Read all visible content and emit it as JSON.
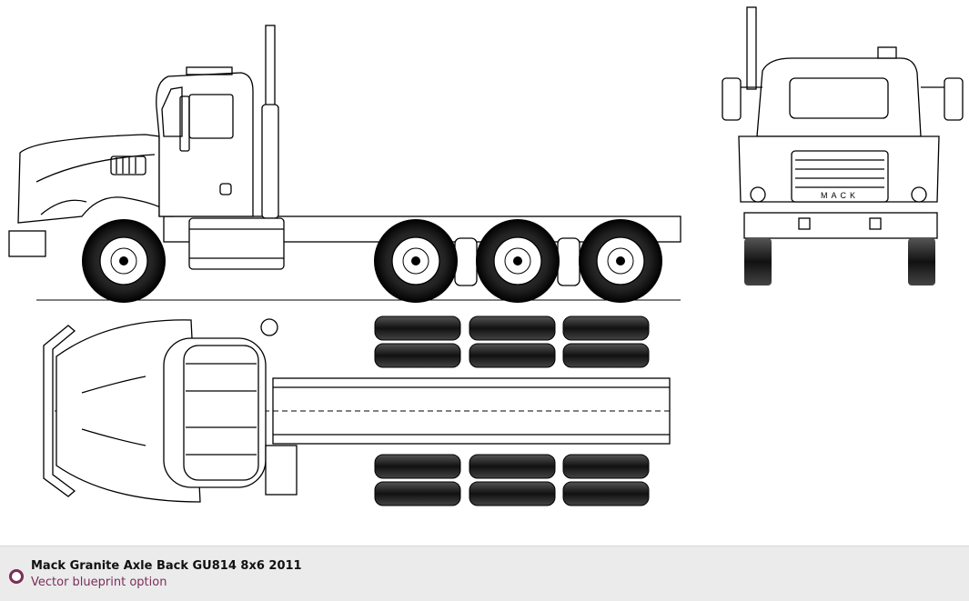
{
  "caption": {
    "title": "Mack Granite Axle Back GU814 8x6 2011",
    "subtitle": "Vector blueprint option",
    "accent_color": "#7b2d5a",
    "bar_color": "#ebebeb"
  },
  "views": [
    "side-view",
    "front-view",
    "top-view"
  ],
  "grille_badge": "MACK"
}
